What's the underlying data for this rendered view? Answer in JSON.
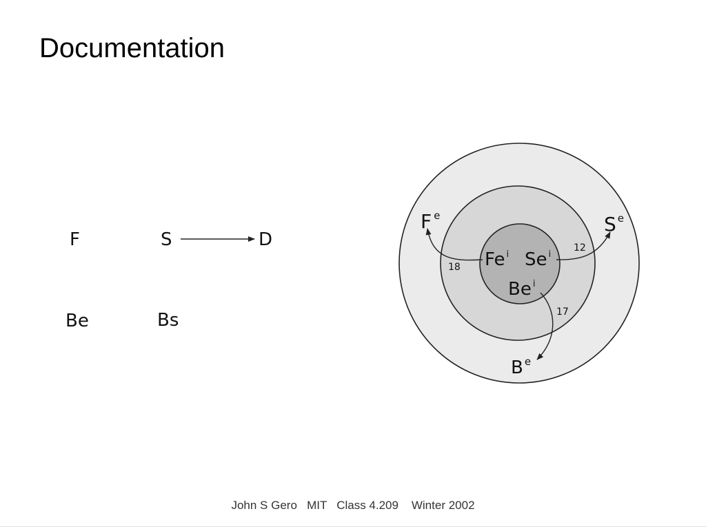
{
  "slide": {
    "title": "Documentation",
    "footer": "John S Gero   MIT   Class 4.209    Winter 2002"
  },
  "left_diagram": {
    "f": "F",
    "s": "S",
    "d": "D",
    "be": "Be",
    "bs": "Bs"
  },
  "right_diagram": {
    "outer": {
      "fe_base": "F",
      "fe_sup": "e",
      "se_base": "S",
      "se_sup": "e",
      "be_base": "B",
      "be_sup": "e"
    },
    "inner": {
      "fei_base": "Fe",
      "fei_sup": "i",
      "sei_base": "Se",
      "sei_sup": "i",
      "bei_base": "Be",
      "bei_sup": "i"
    },
    "process_numbers": {
      "n18": "18",
      "n12": "12",
      "n17": "17"
    },
    "colors": {
      "outer_fill": "#ebebeb",
      "middle_fill": "#d7d7d7",
      "inner_fill": "#b3b3b3",
      "stroke": "#222222"
    }
  }
}
